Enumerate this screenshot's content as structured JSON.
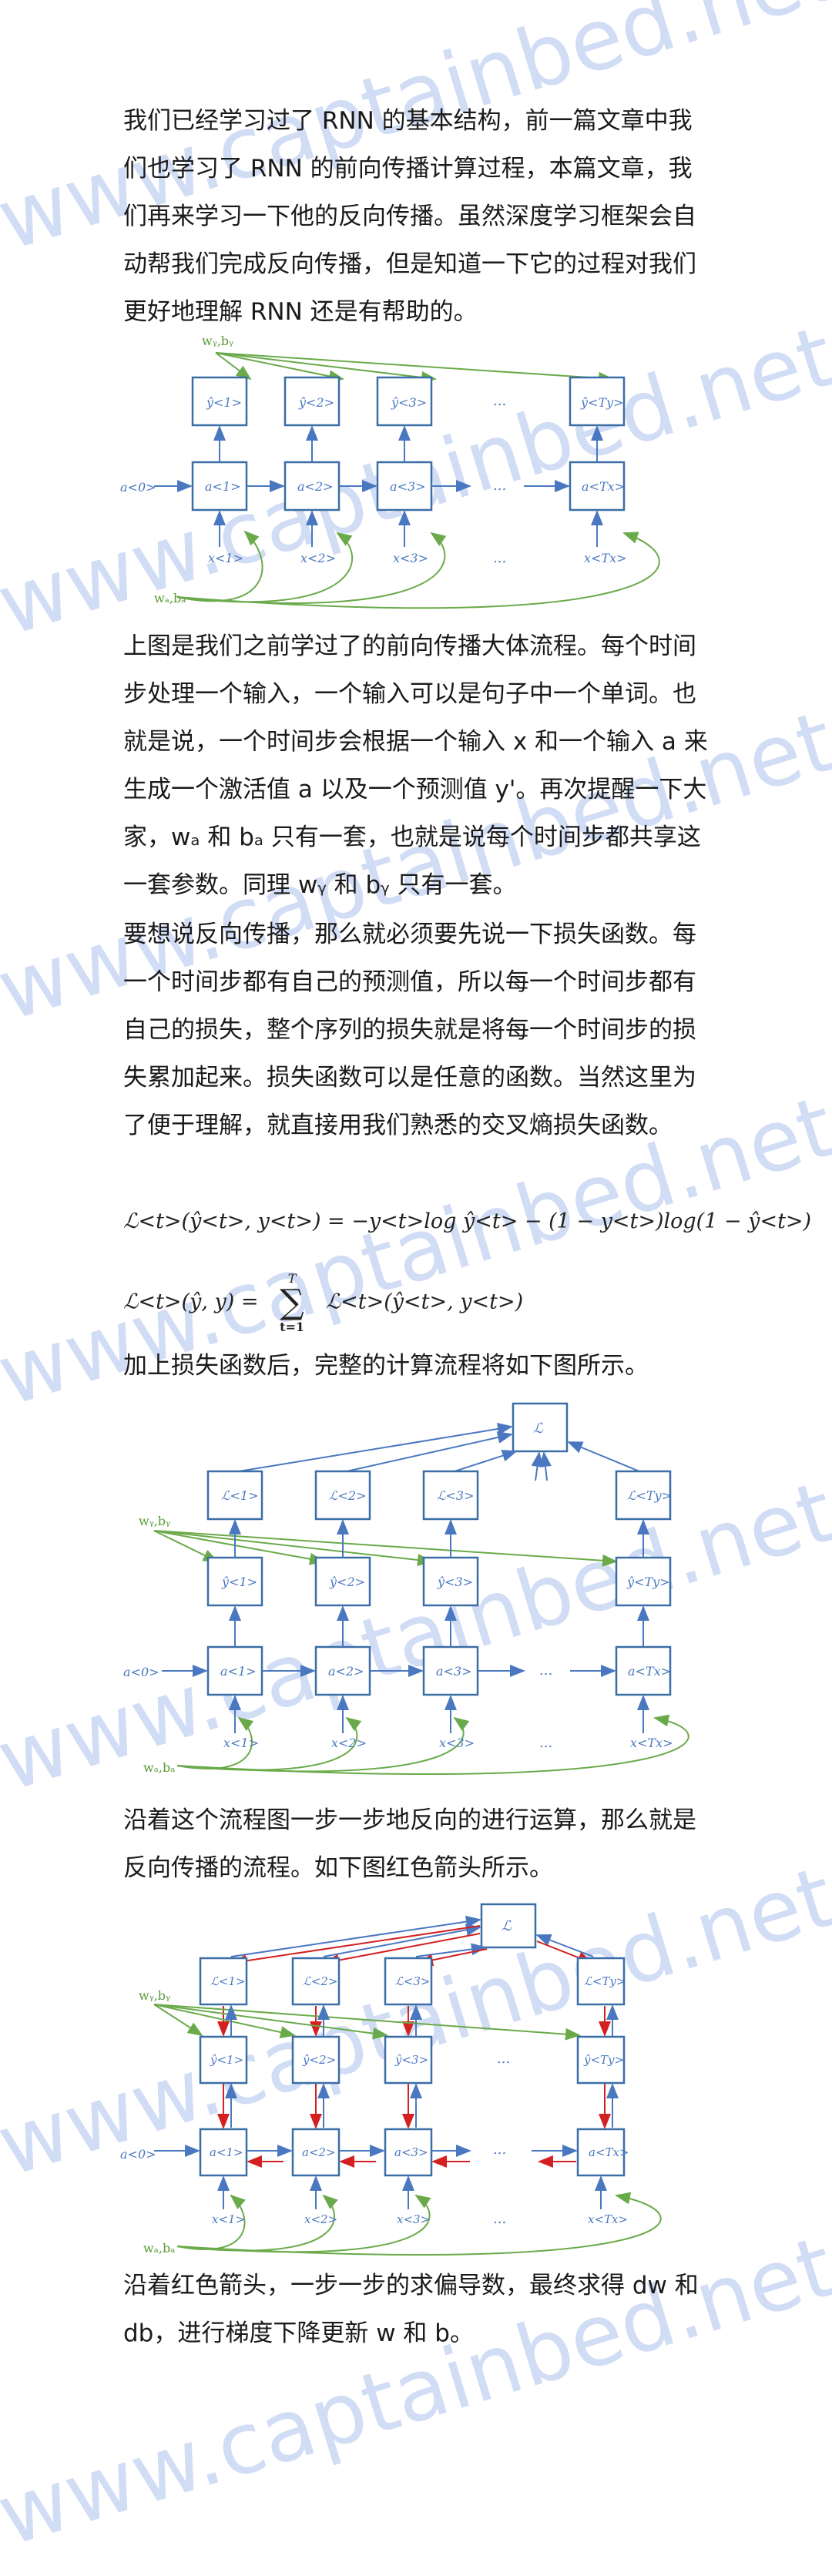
{
  "paragraphs": {
    "p1": "我们已经学习过了 RNN 的基本结构，前一篇文章中我们也学习了 RNN 的前向传播计算过程，本篇文章，我们再来学习一下他的反向传播。虽然深度学习框架会自动帮我们完成反向传播，但是知道一下它的过程对我们更好地理解 RNN 还是有帮助的。",
    "p2": "上图是我们之前学过了的前向传播大体流程。每个时间步处理一个输入，一个输入可以是句子中一个单词。也就是说，一个时间步会根据一个输入 x 和一个输入 a 来生成一个激活值 a 以及一个预测值 y'。再次提醒一下大家，wₐ 和 bₐ 只有一套，也就是说每个时间步都共享这一套参数。同理 wᵧ 和 bᵧ 只有一套。",
    "p3": "要想说反向传播，那么就必须要先说一下损失函数。每一个时间步都有自己的预测值，所以每一个时间步都有自己的损失，整个序列的损失就是将每一个时间步的损失累加起来。损失函数可以是任意的函数。当然这里为了便于理解，就直接用我们熟悉的交叉熵损失函数。",
    "p4": "加上损失函数后，完整的计算流程将如下图所示。",
    "p5": "沿着这个流程图一步一步地反向的进行运算，那么就是反向传播的流程。如下图红色箭头所示。",
    "p6": "沿着红色箭头，一步一步的求偏导数，最终求得 dw 和 db，进行梯度下降更新 w 和 b。"
  },
  "formulas": {
    "f1": "ℒ<t>(ŷ<t>, y<t>) = −y<t>log ŷ<t> − (1 − y<t>)log(1 − ŷ<t>)",
    "f2_lhs": "ℒ<t>(ŷ, y) =",
    "f2_sum": "∑",
    "f2_top": "T",
    "f2_bottom": "t=1",
    "f2_rhs": "ℒ<t>(ŷ<t>, y<t>)"
  },
  "diagram_labels": {
    "wy_by": "wᵧ,bᵧ",
    "wa_ba": "wₐ,bₐ",
    "a0": "a<0>",
    "a": [
      "a<1>",
      "a<2>",
      "a<3>",
      "a<Tx>"
    ],
    "y": [
      "ŷ<1>",
      "ŷ<2>",
      "ŷ<3>",
      "ŷ<Ty>"
    ],
    "x": [
      "x<1>",
      "x<2>",
      "x<3>",
      "x<Tx>"
    ],
    "L": [
      "ℒ<1>",
      "ℒ<2>",
      "ℒ<3>",
      "ℒ<Ty>"
    ],
    "L_total": "ℒ",
    "ellipsis": "..."
  },
  "watermark": "www.captainbed.net",
  "colors": {
    "node_border": "#3a6ea5",
    "forward": "#4a78c0",
    "param": "#6aaa4a",
    "backward": "#d42020"
  }
}
